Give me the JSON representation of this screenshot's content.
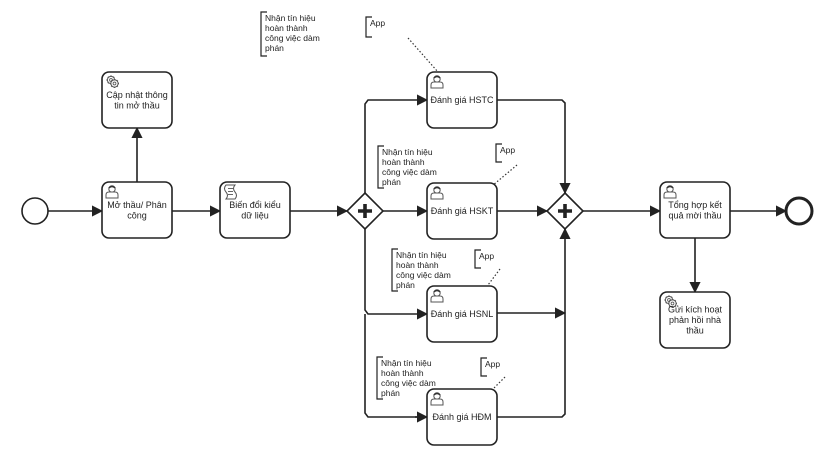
{
  "diagram": {
    "type": "BPMN process",
    "colors": {
      "stroke": "#222222",
      "background": "#ffffff",
      "icon": "#555555"
    },
    "events": [
      {
        "id": "start",
        "kind": "start-event"
      },
      {
        "id": "end",
        "kind": "end-event"
      }
    ],
    "tasks": [
      {
        "id": "t_mo_thau",
        "kind": "user-task",
        "icon": "user-icon",
        "lines": [
          "Mở thầu/ Phân",
          "công"
        ]
      },
      {
        "id": "t_cap_nhat",
        "kind": "service-task",
        "icon": "gear-icon",
        "lines": [
          "Cập nhật thông",
          "tin mở thầu"
        ]
      },
      {
        "id": "t_bien_doi",
        "kind": "script-task",
        "icon": "script-icon",
        "lines": [
          "Biến đổi kiểu",
          "dữ liệu"
        ]
      },
      {
        "id": "t_hstc",
        "kind": "user-task",
        "icon": "user-icon",
        "lines": [
          "Đánh giá HSTC"
        ]
      },
      {
        "id": "t_hskt",
        "kind": "user-task",
        "icon": "user-icon",
        "lines": [
          "Đánh giá HSKT"
        ]
      },
      {
        "id": "t_hsnl",
        "kind": "user-task",
        "icon": "user-icon",
        "lines": [
          "Đánh giá HSNL"
        ]
      },
      {
        "id": "t_hdm",
        "kind": "user-task",
        "icon": "user-icon",
        "lines": [
          "Đánh giá HĐM"
        ]
      },
      {
        "id": "t_tong_hop",
        "kind": "user-task",
        "icon": "user-icon",
        "lines": [
          "Tổng hợp kết",
          "quả mời thầu"
        ]
      },
      {
        "id": "t_gui_kich_hoat",
        "kind": "service-task",
        "icon": "gear-icon",
        "lines": [
          "Gửi kích hoạt",
          "phản hồi nhà",
          "thầu"
        ]
      }
    ],
    "gateways": [
      {
        "id": "g_split",
        "kind": "parallel-gateway",
        "icon": "plus-icon"
      },
      {
        "id": "g_join",
        "kind": "parallel-gateway",
        "icon": "plus-icon"
      }
    ],
    "annotations": [
      {
        "id": "a_signal_1",
        "lines": [
          "Nhận tín hiệu",
          "hoàn thành",
          "công việc dàm",
          "phán"
        ]
      },
      {
        "id": "a_app_1",
        "lines": [
          "App"
        ]
      },
      {
        "id": "a_signal_2",
        "lines": [
          "Nhận tín hiệu",
          "hoàn thành",
          "công việc dàm",
          "phán"
        ]
      },
      {
        "id": "a_app_2",
        "lines": [
          "App"
        ]
      },
      {
        "id": "a_signal_3",
        "lines": [
          "Nhận tín hiệu",
          "hoàn thành",
          "công việc dàm",
          "phán"
        ]
      },
      {
        "id": "a_app_3",
        "lines": [
          "App"
        ]
      },
      {
        "id": "a_signal_4",
        "lines": [
          "Nhận tín hiệu",
          "hoàn thành",
          "công việc dàm",
          "phán"
        ]
      },
      {
        "id": "a_app_4",
        "lines": [
          "App"
        ]
      }
    ],
    "flows": [
      {
        "from": "start",
        "to": "t_mo_thau"
      },
      {
        "from": "t_mo_thau",
        "to": "t_cap_nhat"
      },
      {
        "from": "t_mo_thau",
        "to": "t_bien_doi"
      },
      {
        "from": "t_bien_doi",
        "to": "g_split"
      },
      {
        "from": "g_split",
        "to": "t_hstc"
      },
      {
        "from": "g_split",
        "to": "t_hskt"
      },
      {
        "from": "g_split",
        "to": "t_hsnl"
      },
      {
        "from": "g_split",
        "to": "t_hdm"
      },
      {
        "from": "t_hstc",
        "to": "g_join"
      },
      {
        "from": "t_hskt",
        "to": "g_join"
      },
      {
        "from": "t_hsnl",
        "to": "g_join"
      },
      {
        "from": "t_hdm",
        "to": "g_join"
      },
      {
        "from": "g_join",
        "to": "t_tong_hop"
      },
      {
        "from": "t_tong_hop",
        "to": "end"
      },
      {
        "from": "t_tong_hop",
        "to": "t_gui_kich_hoat"
      }
    ],
    "associations": [
      {
        "from": "a_app_1",
        "to": "t_hstc"
      },
      {
        "from": "a_app_2",
        "to": "t_hskt"
      },
      {
        "from": "a_app_3",
        "to": "t_hsnl"
      },
      {
        "from": "a_app_4",
        "to": "t_hdm"
      }
    ]
  }
}
